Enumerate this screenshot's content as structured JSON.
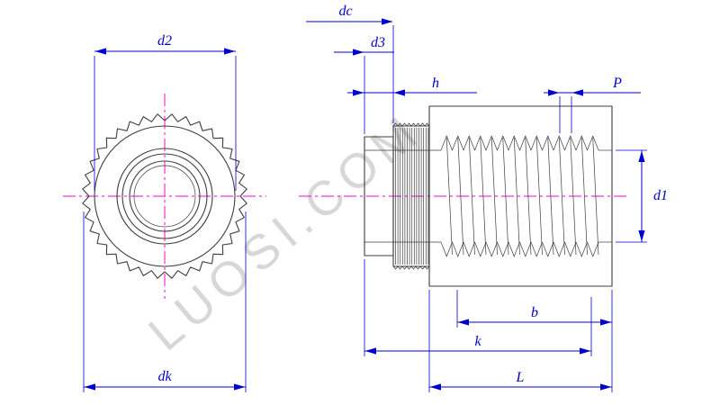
{
  "watermark": "LUOSI.COM",
  "colors": {
    "dimension_blue": "#0000cd",
    "centerline_magenta": "#ff00cc",
    "outline_gray": "#3d3d3d",
    "watermark_gray": "#d7d7d7",
    "background_white": "#ffffff"
  },
  "front_view": {
    "labels": {
      "d2": "d2",
      "dk": "dk"
    }
  },
  "side_view": {
    "labels": {
      "dc": "dc",
      "d3": "d3",
      "h": "h",
      "P": "P",
      "d1": "d1",
      "b": "b",
      "k": "k",
      "L": "L"
    }
  }
}
